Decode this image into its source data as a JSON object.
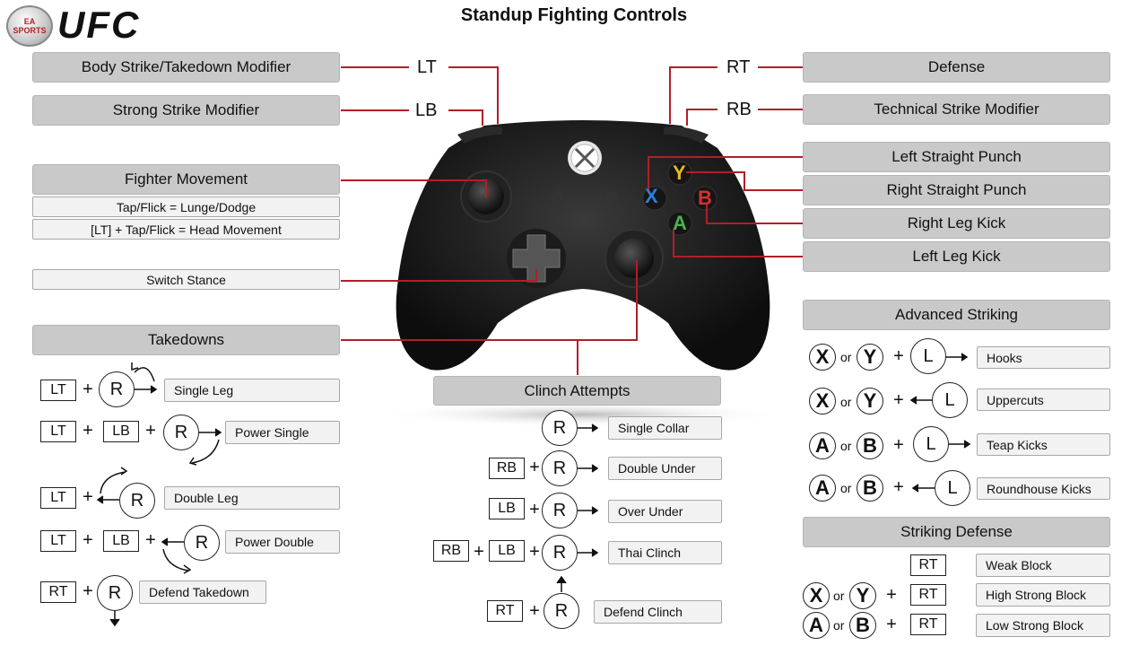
{
  "logo": {
    "ea": "EA SPORTS",
    "ufc": "UFC"
  },
  "title": "Standup Fighting Controls",
  "triggers": {
    "lt": "LT",
    "lb": "LB",
    "rt": "RT",
    "rb": "RB"
  },
  "left_labels": {
    "body_strike": "Body Strike/Takedown Modifier",
    "strong_strike": "Strong Strike Modifier",
    "fighter_movement": "Fighter Movement",
    "tap_flick": "Tap/Flick = Lunge/Dodge",
    "lt_tap_flick": "[LT] + Tap/Flick = Head Movement",
    "switch_stance": "Switch Stance",
    "takedowns": "Takedowns"
  },
  "right_labels": {
    "defense": "Defense",
    "technical_strike": "Technical Strike Modifier",
    "left_straight": "Left Straight Punch",
    "right_straight": "Right Straight Punch",
    "right_leg": "Right Leg Kick",
    "left_leg": "Left Leg Kick",
    "advanced_striking": "Advanced Striking",
    "striking_defense": "Striking Defense"
  },
  "face_buttons": {
    "x": "X",
    "y": "Y",
    "a": "A",
    "b": "B"
  },
  "takedowns": [
    {
      "keys": [
        "LT"
      ],
      "stick": "R",
      "label": "Single Leg"
    },
    {
      "keys": [
        "LT",
        "LB"
      ],
      "stick": "R",
      "label": "Power Single"
    },
    {
      "keys": [
        "LT"
      ],
      "stick": "R",
      "label": "Double Leg"
    },
    {
      "keys": [
        "LT",
        "LB"
      ],
      "stick": "R",
      "label": "Power Double"
    },
    {
      "keys": [
        "RT"
      ],
      "stick": "R",
      "label": "Defend Takedown"
    }
  ],
  "clinch": {
    "header": "Clinch Attempts",
    "items": [
      {
        "keys": [],
        "stick": "R",
        "label": "Single Collar"
      },
      {
        "keys": [
          "RB"
        ],
        "stick": "R",
        "label": "Double Under"
      },
      {
        "keys": [
          "LB"
        ],
        "stick": "R",
        "label": "Over Under"
      },
      {
        "keys": [
          "RB",
          "LB"
        ],
        "stick": "R",
        "label": "Thai Clinch"
      },
      {
        "keys": [
          "RT"
        ],
        "stick": "R",
        "label": "Defend Clinch"
      }
    ]
  },
  "advanced": [
    {
      "b1": "X",
      "b2": "Y",
      "stick": "L",
      "label": "Hooks"
    },
    {
      "b1": "X",
      "b2": "Y",
      "stick": "L",
      "label": "Uppercuts"
    },
    {
      "b1": "A",
      "b2": "B",
      "stick": "L",
      "label": "Teap Kicks"
    },
    {
      "b1": "A",
      "b2": "B",
      "stick": "L",
      "label": "Roundhouse Kicks"
    }
  ],
  "striking_defense_items": [
    {
      "key": "RT",
      "label": "Weak Block"
    },
    {
      "b1": "X",
      "b2": "Y",
      "key": "RT",
      "label": "High Strong Block"
    },
    {
      "b1": "A",
      "b2": "B",
      "key": "RT",
      "label": "Low Strong Block"
    }
  ],
  "words": {
    "or": "or",
    "plus": "+"
  },
  "colors": {
    "connector": "#b21e28",
    "header_box": "#c9c9c9",
    "x_blue": "#2d7fd6",
    "y_yellow": "#e8b820",
    "b_red": "#d63030",
    "a_green": "#4caf50"
  }
}
